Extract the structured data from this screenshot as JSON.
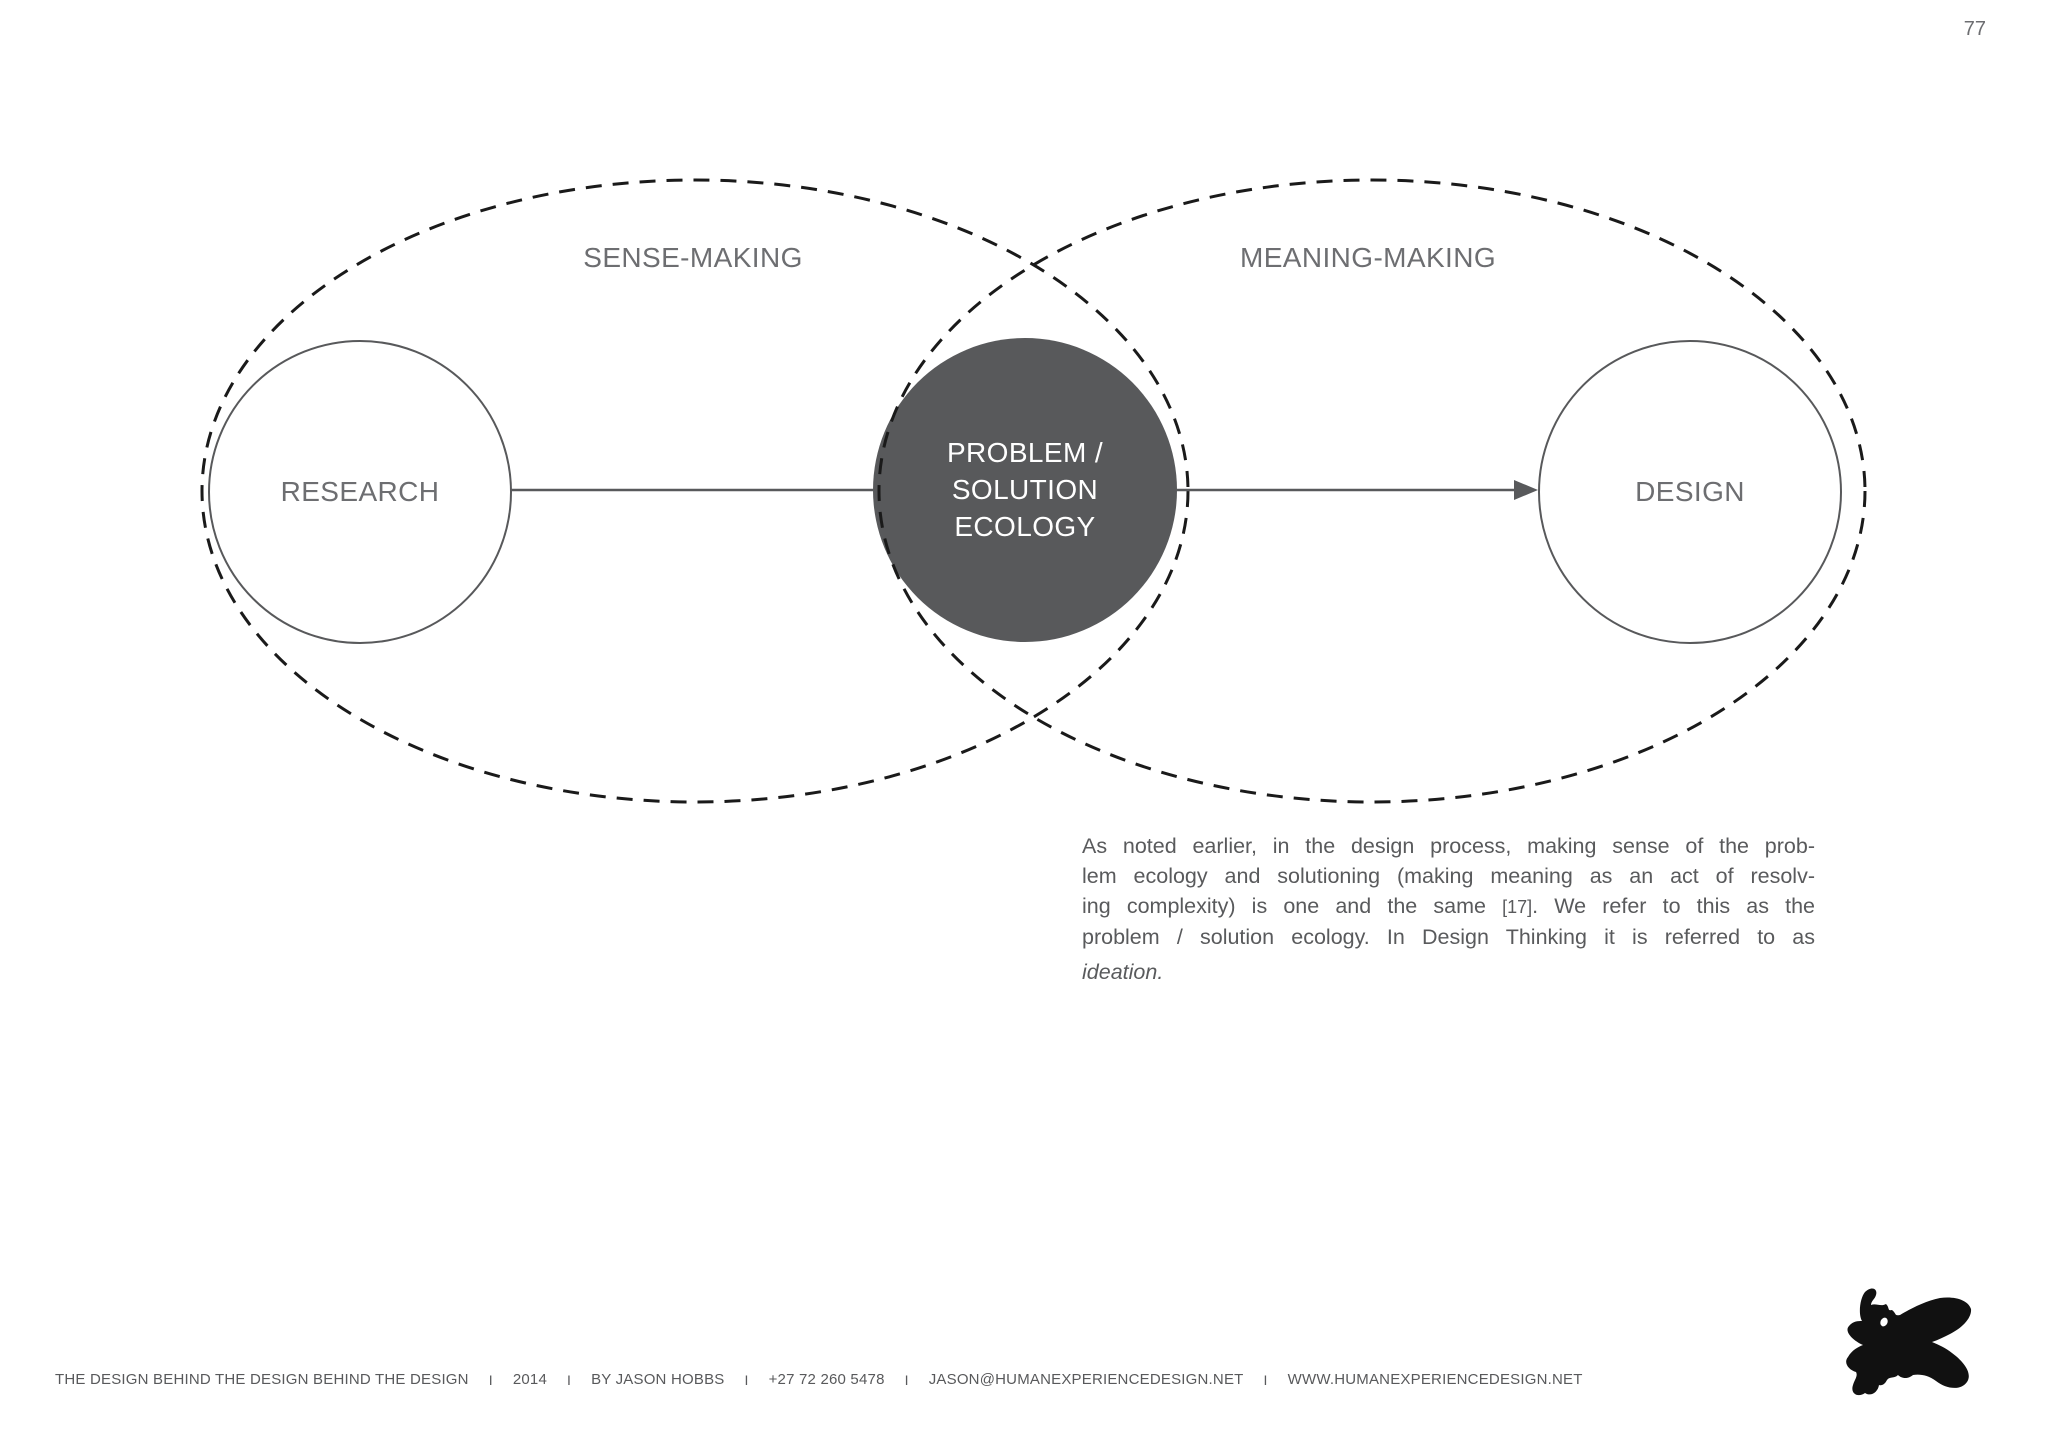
{
  "page": {
    "number": "77",
    "background": "#ffffff"
  },
  "diagram": {
    "left_ellipse_label": "SENSE-MAKING",
    "right_ellipse_label": "MEANING-MAKING",
    "left_circle_label": "RESEARCH",
    "right_circle_label": "DESIGN",
    "center_circle_lines": {
      "0": "PROBLEM /",
      "1": "SOLUTION",
      "2": "ECOLOGY"
    },
    "colors": {
      "center_circle_fill": "#58595b",
      "center_circle_text": "#ffffff",
      "circle_stroke": "#58595b",
      "connector_stroke": "#58595b",
      "dashed_stroke": "#1a1a1a",
      "label_text": "#6d6e71",
      "paragraph_text": "#595a5c",
      "footer_text": "#58595b"
    }
  },
  "paragraph": {
    "line1": "As noted earlier, in the design process, making sense of the prob-",
    "line2": "lem ecology and solutioning (making meaning as an act of resolv-",
    "line3_pre": "ing complexity) is one and the same ",
    "line3_ref": "[17]",
    "line3_post": ". We refer to this as the",
    "line4": "problem / solution ecology. In Design Thinking it is referred to as",
    "line5": "ideation."
  },
  "footer": {
    "separator": "I",
    "items": {
      "0": "THE DESIGN BEHIND THE DESIGN BEHIND THE DESIGN",
      "1": "2014",
      "2": "BY JASON HOBBS",
      "3": "+27 72 260 5478",
      "4": "JASON@HUMANEXPERIENCEDESIGN.NET",
      "5": "WWW.HUMANEXPERIENCEDESIGN.NET"
    }
  },
  "logo": {
    "color": "#111111",
    "dot_color": "#ffffff"
  }
}
